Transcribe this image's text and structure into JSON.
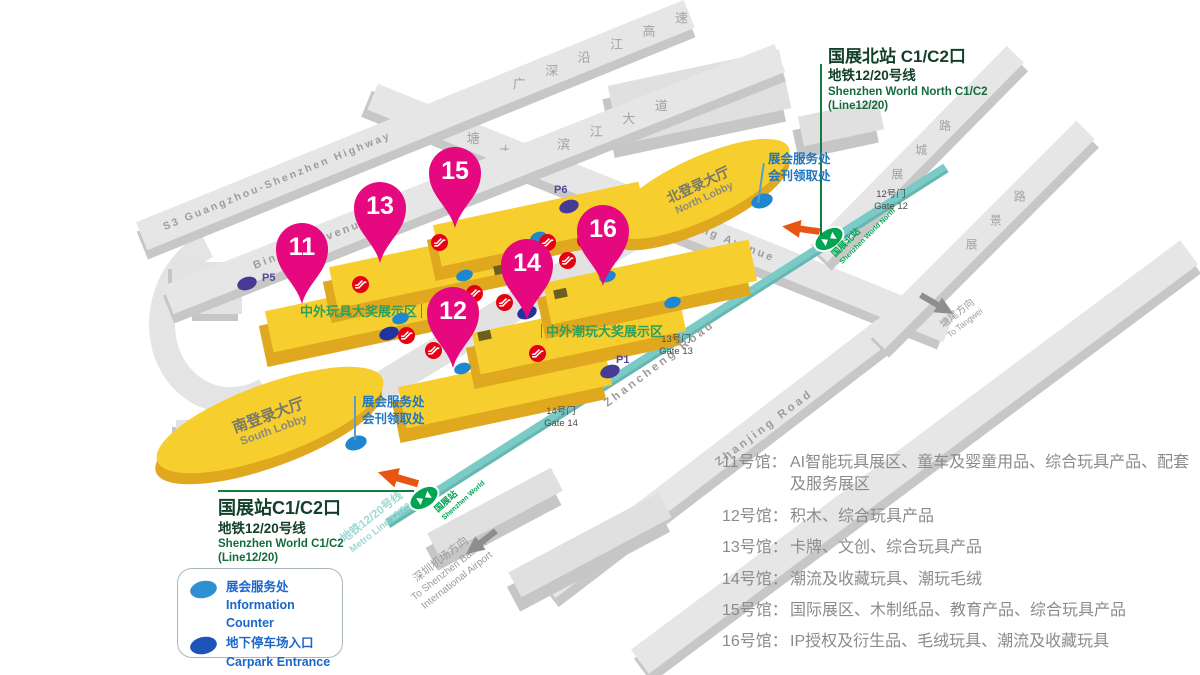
{
  "colors": {
    "hall_yellow": "#F6CE2E",
    "hall_side": "#E0A81F",
    "road_gray": "#E6E6E6",
    "pin_magenta": "#E5087E",
    "escalator_red": "#E60012",
    "metro_teal": "#7ACBC6",
    "metro_green": "#00A551",
    "title_green": "#12402A",
    "zone_green": "#2EA05A",
    "info_blue": "#1E87D0",
    "carpark_blue": "#20339E",
    "legend_text_blue": "#1B66C9",
    "orange_arrow": "#E85513",
    "gray_arrow": "#8E8E8E",
    "list_gray": "#8B8B8B"
  },
  "icons": {
    "pin": "location-pin",
    "escalator": "escalator-icon",
    "metro_logo": "shenzhen-metro-logo",
    "info_dot": "information-counter-dot",
    "carpark_dot": "carpark-entrance-dot",
    "orange_arrow": "entrance-arrow",
    "gray_arrow": "direction-arrow"
  },
  "north_station": {
    "title": "国展北站 C1/C2口",
    "line": "地铁12/20号线",
    "en1": "Shenzhen World North C1/C2",
    "en2": "(Line12/20)"
  },
  "south_station": {
    "title": "国展站C1/C2口",
    "line": "地铁12/20号线",
    "en1": "Shenzhen World  C1/C2",
    "en2": "(Line12/20)"
  },
  "legend": {
    "info_cn": "展会服务处",
    "info_en": "Information Counter",
    "carpark_cn": "地下停车场入口",
    "carpark_en": "Carpark Entrance"
  },
  "lobbies": {
    "north_cn": "北登录大厅",
    "north_en": "North Lobby",
    "south_cn": "南登录大厅",
    "south_en": "South Lobby"
  },
  "callout": {
    "line1": "展会服务处",
    "line2": "会刊领取处"
  },
  "zones": {
    "toy": "中外玩具大奖展示区",
    "trend": "中外潮玩大奖展示区"
  },
  "roads": {
    "s3_en": "S3 Guangzhou-Shenzhen Highway",
    "s3_cn": "广深沿江高速",
    "binjiang_en": "Binjiang Avenue",
    "binjiang_cn": "滨江大道",
    "fengtang_en": "Fengtang Avenue",
    "fengtang_cn": "凤塘大道",
    "zhancheng_en": "Zhancheng Road",
    "zhancheng_cn": "展城路",
    "zhanjing_en": "Zhanjing Road",
    "zhanjing_cn": "展景路"
  },
  "metro": {
    "line_cn": "地铁12/20号线",
    "line_en": "Metro Line 12/20",
    "north_cn": "国展北站",
    "north_en": "Shenzhen World North",
    "south_cn": "国展站",
    "south_en": "Shenzhen World"
  },
  "gates": [
    {
      "cn": "12号门",
      "en": "Gate 12"
    },
    {
      "cn": "13号门",
      "en": "Gate 13"
    },
    {
      "cn": "14号门",
      "en": "Gate 14"
    }
  ],
  "parking": {
    "p5": "P5",
    "p6": "P6",
    "p1": "P1"
  },
  "directions": {
    "tangwei_cn": "塘尾方向",
    "tangwei_en": "To Tangwei",
    "airport_cn": "深圳机场方向",
    "airport_en1": "To Shenzhen Bao'an",
    "airport_en2": "International Airport"
  },
  "pins": [
    "11",
    "12",
    "13",
    "14",
    "15",
    "16"
  ],
  "halls": [
    {
      "label": "11号馆：",
      "desc": "AI智能玩具展区、童车及婴童用品、综合玩具产品、配套及服务展区"
    },
    {
      "label": "12号馆：",
      "desc": "积木、综合玩具产品"
    },
    {
      "label": "13号馆：",
      "desc": "卡牌、文创、综合玩具产品"
    },
    {
      "label": "14号馆：",
      "desc": "潮流及收藏玩具、潮玩毛绒"
    },
    {
      "label": "15号馆：",
      "desc": "国际展区、木制纸品、教育产品、综合玩具产品"
    },
    {
      "label": "16号馆：",
      "desc": "IP授权及衍生品、毛绒玩具、潮流及收藏玩具"
    }
  ]
}
